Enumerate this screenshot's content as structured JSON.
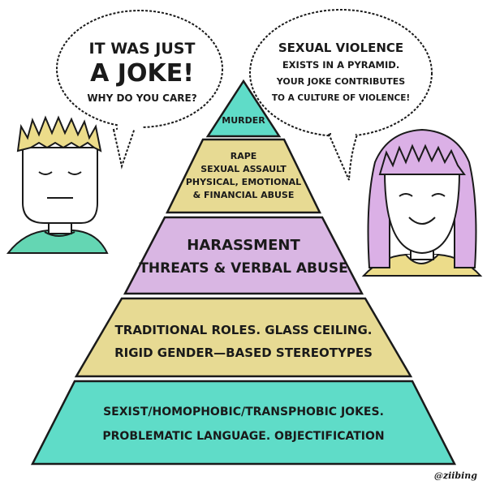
{
  "colors": {
    "teal": "#5fdcc8",
    "khaki": "#e7da93",
    "lavender": "#d9b6e3",
    "outline": "#1a1a1a",
    "skin": "#ffffff",
    "hair_boy": "#ecdc8a",
    "hair_girl": "#dbb0e6",
    "shirt_boy": "#64d6b3",
    "shirt_girl": "#ecdc8a"
  },
  "speech_boy": {
    "line1": "IT WAS JUST",
    "line2": "A JOKE!",
    "line3": "WHY DO YOU CARE?"
  },
  "speech_girl": {
    "line1": "SEXUAL VIOLENCE",
    "line2": "EXISTS IN A PYRAMID.",
    "line3": "YOUR JOKE CONTRIBUTES",
    "line4": "TO A CULTURE OF VIOLENCE!"
  },
  "pyramid": {
    "level1": "MURDER",
    "level2_line1": "RAPE",
    "level2_line2": "SEXUAL ASSAULT",
    "level2_line3": "PHYSICAL, EMOTIONAL",
    "level2_line4": "& FINANCIAL ABUSE",
    "level3_line1": "HARASSMENT",
    "level3_line2": "THREATS & VERBAL ABUSE",
    "level4_line1": "TRADITIONAL ROLES. GLASS CEILING.",
    "level4_line2": "RIGID GENDER—BASED STEREOTYPES",
    "level5_line1": "SEXIST/HOMOPHOBIC/TRANSPHOBIC JOKES.",
    "level5_line2": "PROBLEMATIC LANGUAGE. OBJECTIFICATION"
  },
  "signature": "@ziibing"
}
